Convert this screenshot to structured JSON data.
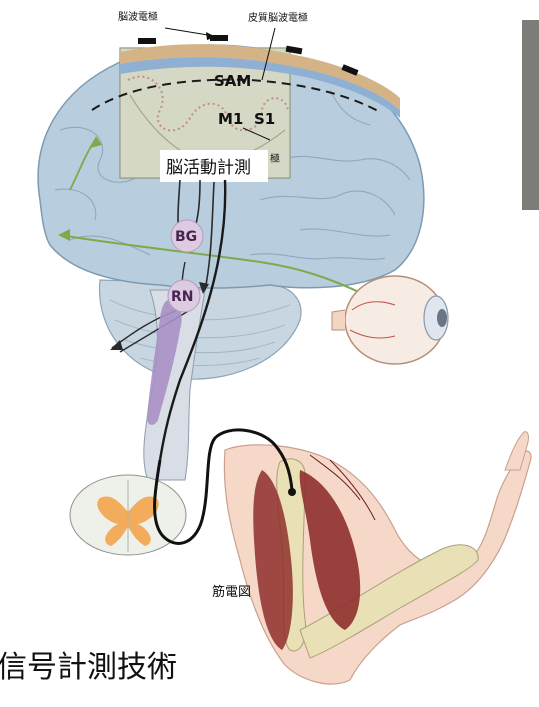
{
  "labels": {
    "eeg_electrode": "脳波電極",
    "cortical_electrode": "皮質脳波電極",
    "sam": "SAM",
    "m1": "M1",
    "s1": "S1",
    "brain_measure": "脳活動計測",
    "box_suffix": "極",
    "bg": "BG",
    "rn": "RN",
    "emg": "筋電図"
  },
  "caption": "信号計測技術",
  "colors": {
    "brain": "#b8cede",
    "cortex_section": "#cfd3bc",
    "scalp": "#c9a57c",
    "nucleus": "#dccbe1",
    "arm_skin": "#f6d8c8",
    "muscle": "#8f2f2c",
    "bone": "#e9e1b5",
    "green_path": "#7fa94a",
    "purple_tract": "#a890c6",
    "spinal_gray": "#f2ac5c"
  }
}
